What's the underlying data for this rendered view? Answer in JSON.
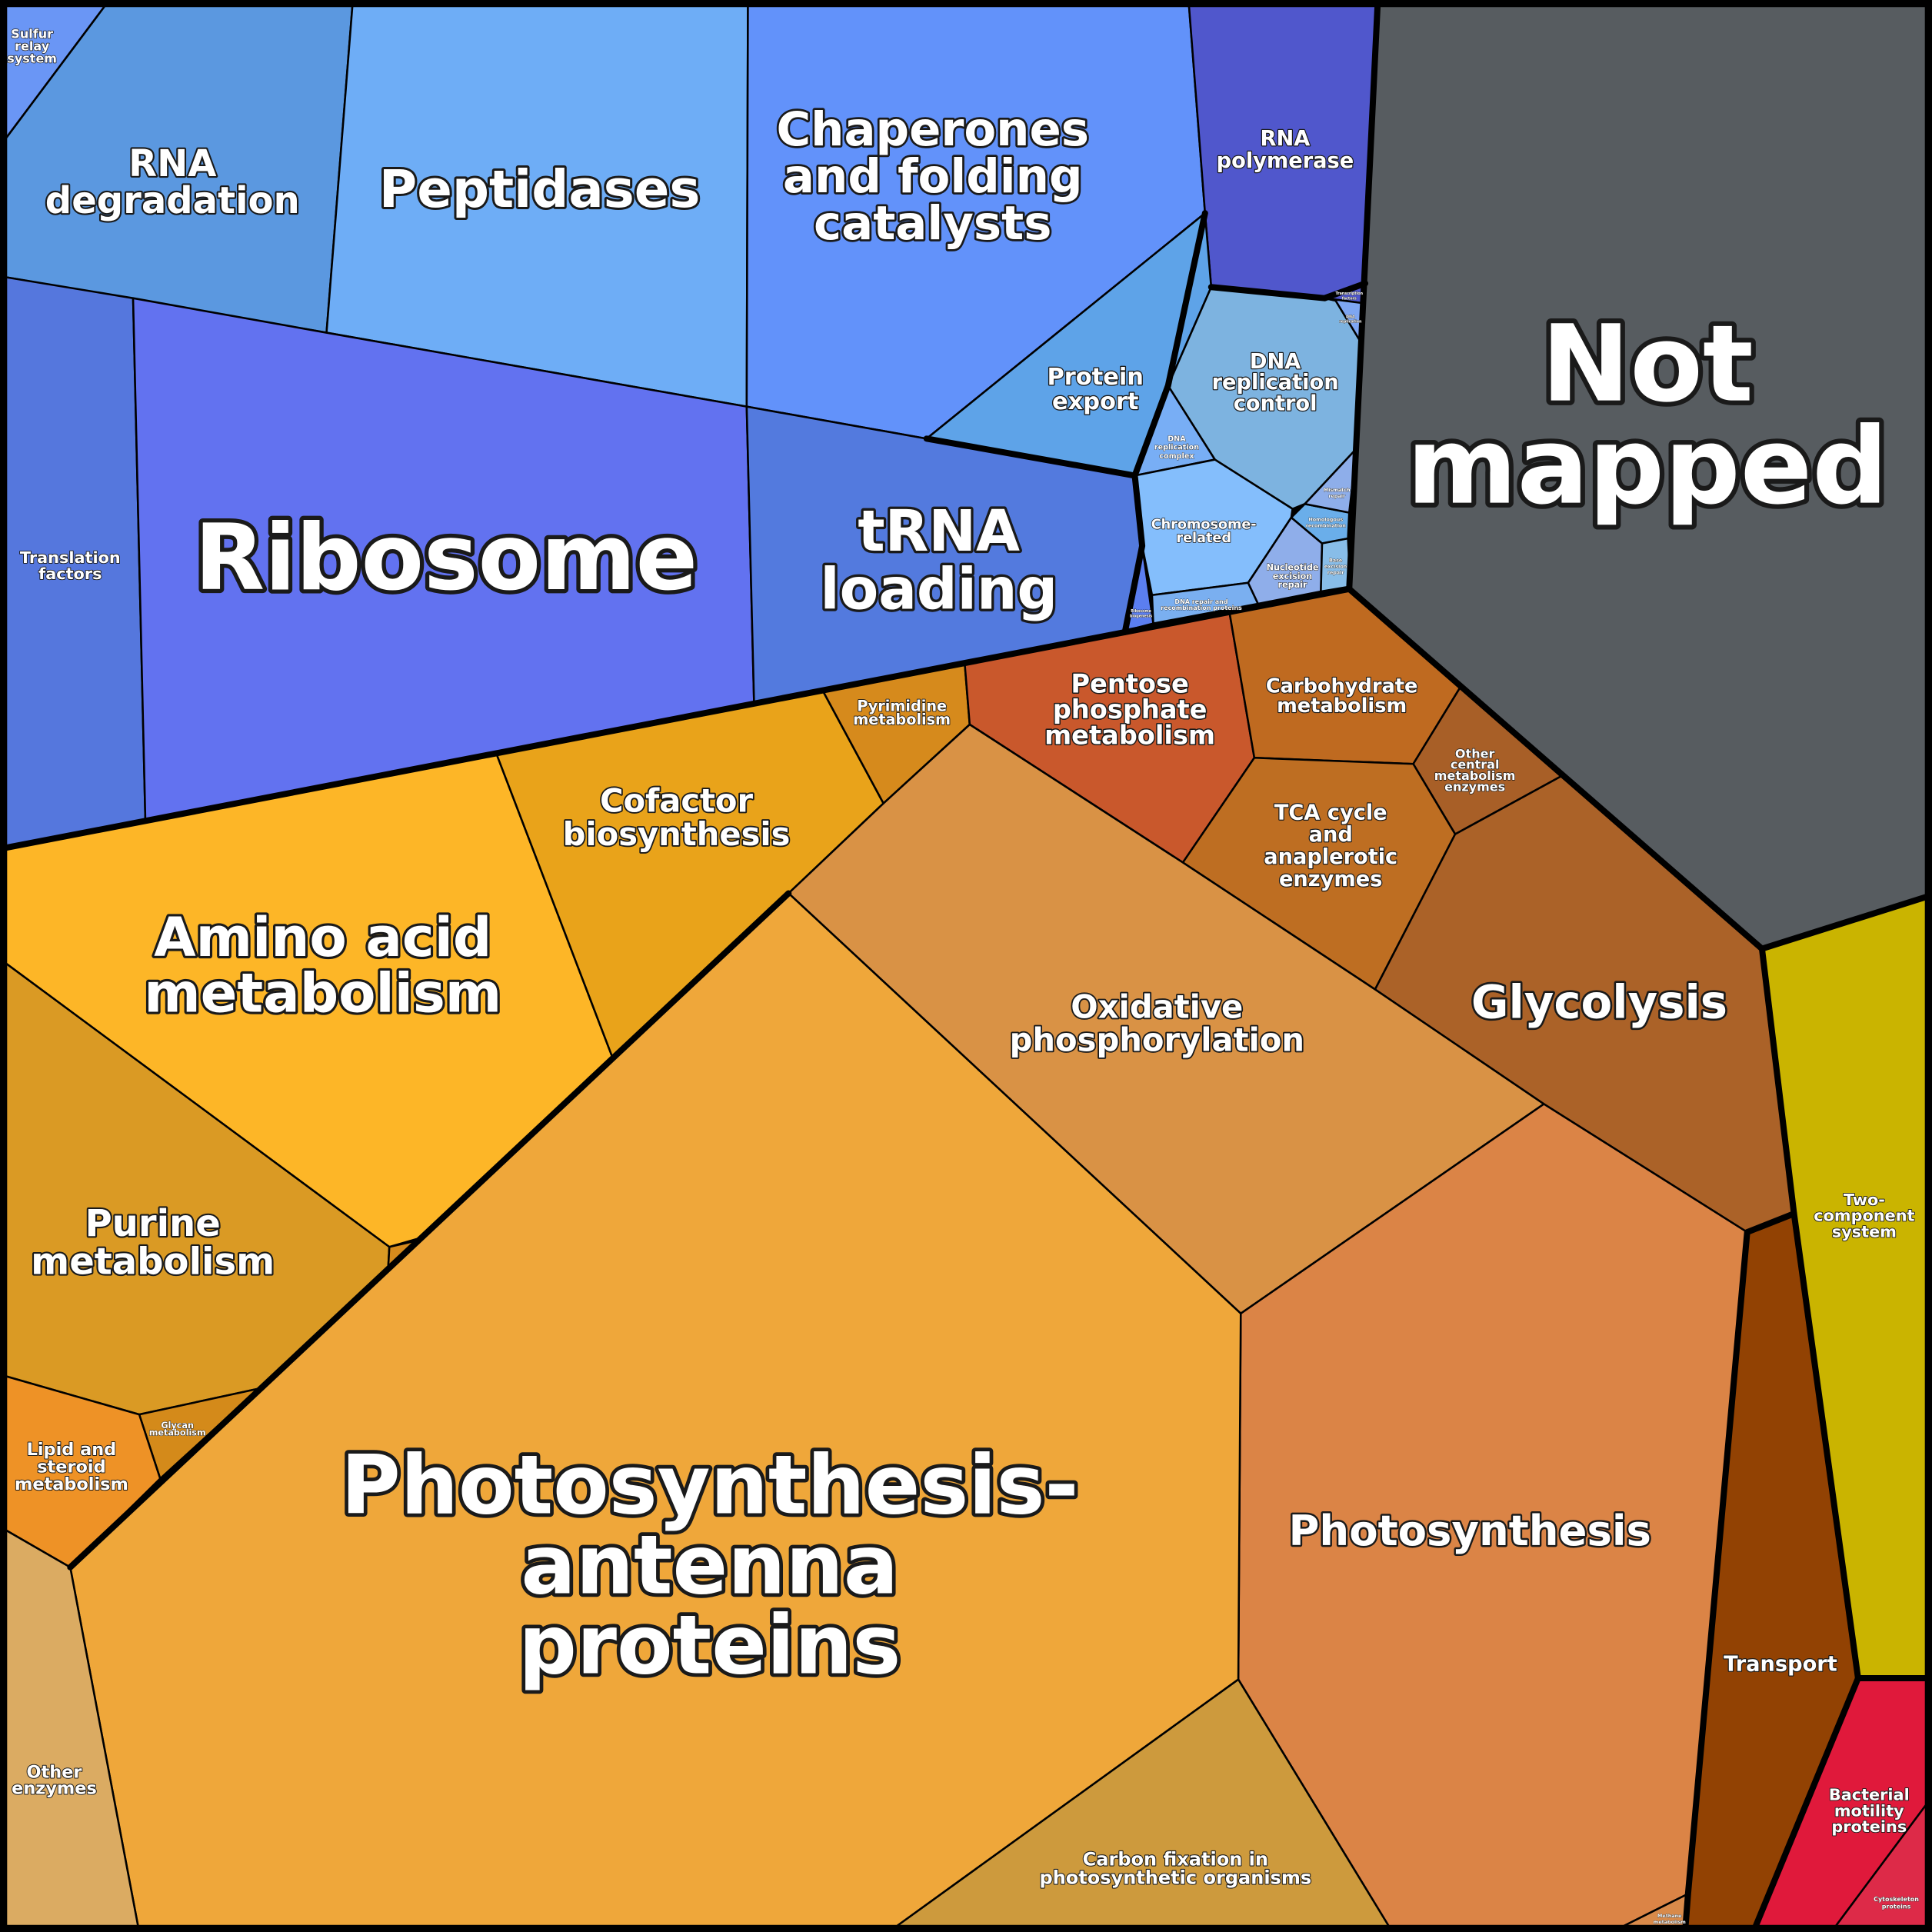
{
  "cells": [
    {
      "id": "sulfur-relay",
      "label": [
        "Sulfur",
        "relay",
        "system"
      ],
      "color": "#6a96f5"
    },
    {
      "id": "rna-degradation",
      "label": [
        "RNA",
        "degradation"
      ],
      "color": "#5b98e0"
    },
    {
      "id": "peptidases",
      "label": [
        "Peptidases"
      ],
      "color": "#6eadf6"
    },
    {
      "id": "chaperones",
      "label": [
        "Chaperones",
        "and folding",
        "catalysts"
      ],
      "color": "#6292fa"
    },
    {
      "id": "rna-polymerase",
      "label": [
        "RNA",
        "polymerase"
      ],
      "color": "#5057cc"
    },
    {
      "id": "transcription-factors",
      "label": [
        "Transcription",
        "factors"
      ],
      "color": "#5057cc"
    },
    {
      "id": "protein-export",
      "label": [
        "Protein",
        "export"
      ],
      "color": "#5ea3e8"
    },
    {
      "id": "dna-replication-control",
      "label": [
        "DNA",
        "replication",
        "control"
      ],
      "color": "#7db3e0"
    },
    {
      "id": "dna-replication",
      "label": [
        "DNA",
        "replication"
      ],
      "color": "#7ea6f2"
    },
    {
      "id": "dna-replication-complex",
      "label": [
        "DNA",
        "replication",
        "complex"
      ],
      "color": "#78aef5"
    },
    {
      "id": "chromosome-related",
      "label": [
        "Chromosome-",
        "related"
      ],
      "color": "#84befc"
    },
    {
      "id": "dna-repair",
      "label": [
        "DNA repair and",
        "recombination proteins"
      ],
      "color": "#7aaff0"
    },
    {
      "id": "nucleotide-excision-repair",
      "label": [
        "Nucleotide",
        "excision",
        "repair"
      ],
      "color": "#8faeea"
    },
    {
      "id": "homologous-recombination",
      "label": [
        "Homologous",
        "recombination"
      ],
      "color": "#6aaeea"
    },
    {
      "id": "mismatch-repair",
      "label": [
        "Mismatch",
        "repair"
      ],
      "color": "#8eaeea"
    },
    {
      "id": "base-excision-repair",
      "label": [
        "Base",
        "excision",
        "repair"
      ],
      "color": "#88bde8"
    },
    {
      "id": "ribosome-biogenesis",
      "label": [
        "Ribosome",
        "biogenesis"
      ],
      "color": "#5b7ef0"
    },
    {
      "id": "translation-factors",
      "label": [
        "Translation",
        "factors"
      ],
      "color": "#5577dd"
    },
    {
      "id": "ribosome",
      "label": [
        "Ribosome"
      ],
      "color": "#6272f0"
    },
    {
      "id": "trna-loading",
      "label": [
        "tRNA",
        "loading"
      ],
      "color": "#537ade"
    },
    {
      "id": "not-mapped",
      "label": [
        "Not",
        "mapped"
      ],
      "color": "#575c60"
    },
    {
      "id": "amino-acid-metabolism",
      "label": [
        "Amino acid",
        "metabolism"
      ],
      "color": "#fdb627"
    },
    {
      "id": "cofactor-biosynthesis",
      "label": [
        "Cofactor",
        "biosynthesis"
      ],
      "color": "#e9a31a"
    },
    {
      "id": "pyrimidine-metabolism",
      "label": [
        "Pyrimidine",
        "metabolism"
      ],
      "color": "#d68a1c"
    },
    {
      "id": "pentose-phosphate",
      "label": [
        "Pentose",
        "phosphate",
        "metabolism"
      ],
      "color": "#c9582c"
    },
    {
      "id": "carbohydrate-metabolism",
      "label": [
        "Carbohydrate",
        "metabolism"
      ],
      "color": "#bf6a20"
    },
    {
      "id": "other-central",
      "label": [
        "Other",
        "central",
        "metabolism",
        "enzymes"
      ],
      "color": "#a85f27"
    },
    {
      "id": "tca-cycle",
      "label": [
        "TCA cycle",
        "and",
        "anaplerotic",
        "enzymes"
      ],
      "color": "#be6e22"
    },
    {
      "id": "glycolysis",
      "label": [
        "Glycolysis"
      ],
      "color": "#ab6228"
    },
    {
      "id": "oxidative-phosphorylation",
      "label": [
        "Oxidative",
        "phosphorylation"
      ],
      "color": "#d99245"
    },
    {
      "id": "photosynthesis",
      "label": [
        "Photosynthesis"
      ],
      "color": "#db8446"
    },
    {
      "id": "methane-metabolism",
      "label": [
        "Methane",
        "metabolism"
      ],
      "color": "#d98a4a"
    },
    {
      "id": "carbon-fixation",
      "label": [
        "Carbon fixation in",
        "photosynthetic organisms"
      ],
      "color": "#cd9a3d"
    },
    {
      "id": "photosynthesis-antenna",
      "label": [
        "Photosynthesis-",
        "antenna",
        "proteins"
      ],
      "color": "#efa73a"
    },
    {
      "id": "purine-metabolism",
      "label": [
        "Purine",
        "metabolism"
      ],
      "color": "#da9a24"
    },
    {
      "id": "small-metabolism-cell",
      "label": [],
      "color": "#d68a1c"
    },
    {
      "id": "glycan-metabolism",
      "label": [
        "Glycan",
        "metabolism"
      ],
      "color": "#d48a1a"
    },
    {
      "id": "lipid-steroid",
      "label": [
        "Lipid and",
        "steroid",
        "metabolism"
      ],
      "color": "#ee9226"
    },
    {
      "id": "other-enzymes",
      "label": [
        "Other",
        "enzymes"
      ],
      "color": "#dbab62"
    },
    {
      "id": "transport",
      "label": [
        "Transport"
      ],
      "color": "#924203"
    },
    {
      "id": "two-component",
      "label": [
        "Two-",
        "component",
        "system"
      ],
      "color": "#cab400"
    },
    {
      "id": "bacterial-motility",
      "label": [
        "Bacterial",
        "motility",
        "proteins"
      ],
      "color": "#e0193b"
    },
    {
      "id": "cytoskeleton",
      "label": [
        "Cytoskeleton",
        "proteins"
      ],
      "color": "#dd2a48"
    }
  ]
}
